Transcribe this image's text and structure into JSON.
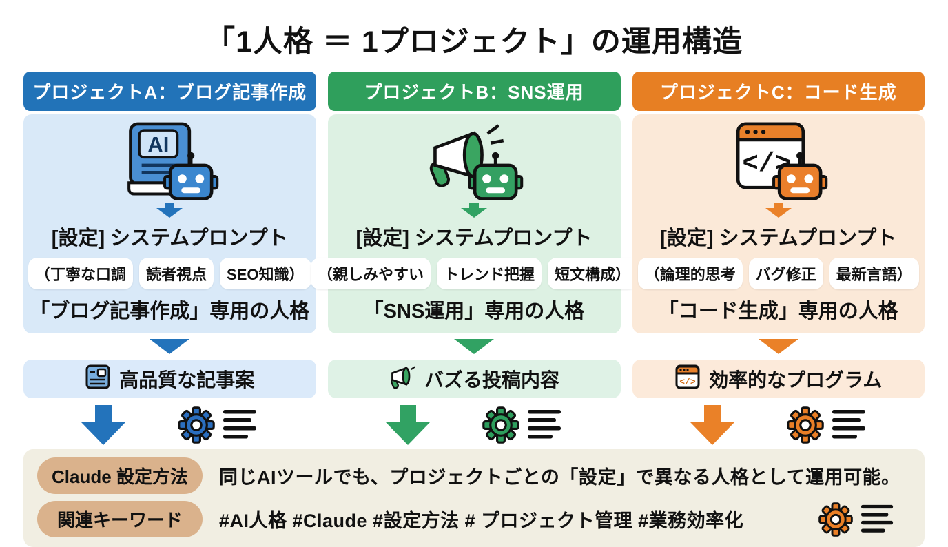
{
  "title": "「1人格 ＝ 1プロジェクト」の運用構造",
  "columns": [
    {
      "header": "プロジェクトA：ブログ記事作成",
      "icon": "ai-book-robot",
      "setting_label": "[設定] システムプロンプト",
      "tags": [
        "（丁寧な口調",
        "読者視点",
        "SEO知識）"
      ],
      "persona": "「ブログ記事作成」専用の人格",
      "output": "高品質な記事案",
      "output_icon": "newspaper",
      "colors": {
        "header": "#2273b8",
        "body": "#d9e9f8",
        "arrow": "#2373bb",
        "gear": "#2b6fc0"
      }
    },
    {
      "header": "プロジェクトB：SNS運用",
      "icon": "megaphone-robot",
      "setting_label": "[設定] システムプロンプト",
      "tags": [
        "（親しみやすい",
        "トレンド把握",
        "短文構成）"
      ],
      "persona": "「SNS運用」専用の人格",
      "output": "バズる投稿内容",
      "output_icon": "megaphone",
      "colors": {
        "header": "#2f9f5c",
        "body": "#ddf1e3",
        "arrow": "#31a263",
        "gear": "#2e9e5d"
      }
    },
    {
      "header": "プロジェクトC：コード生成",
      "icon": "code-window-robot",
      "setting_label": "[設定] システムプロンプト",
      "tags": [
        "（論理的思考",
        "バグ修正",
        "最新言語）"
      ],
      "persona": "「コード生成」専用の人格",
      "output": "効率的なプログラム",
      "output_icon": "code-window",
      "colors": {
        "header": "#e77f23",
        "body": "#fbe9d8",
        "arrow": "#ea8128",
        "gear": "#ea7f26"
      }
    }
  ],
  "footer": {
    "bg": "#f1eee2",
    "label_bg": "#dab28c",
    "rows": [
      {
        "label": "Claude 設定方法",
        "text": "同じAIツールでも、プロジェクトごとの「設定」で異なる人格として運用可能。"
      },
      {
        "label": "関連キーワード",
        "text": "#AI人格  #Claude  #設定方法  # プロジェクト管理  #業務効率化"
      }
    ]
  }
}
